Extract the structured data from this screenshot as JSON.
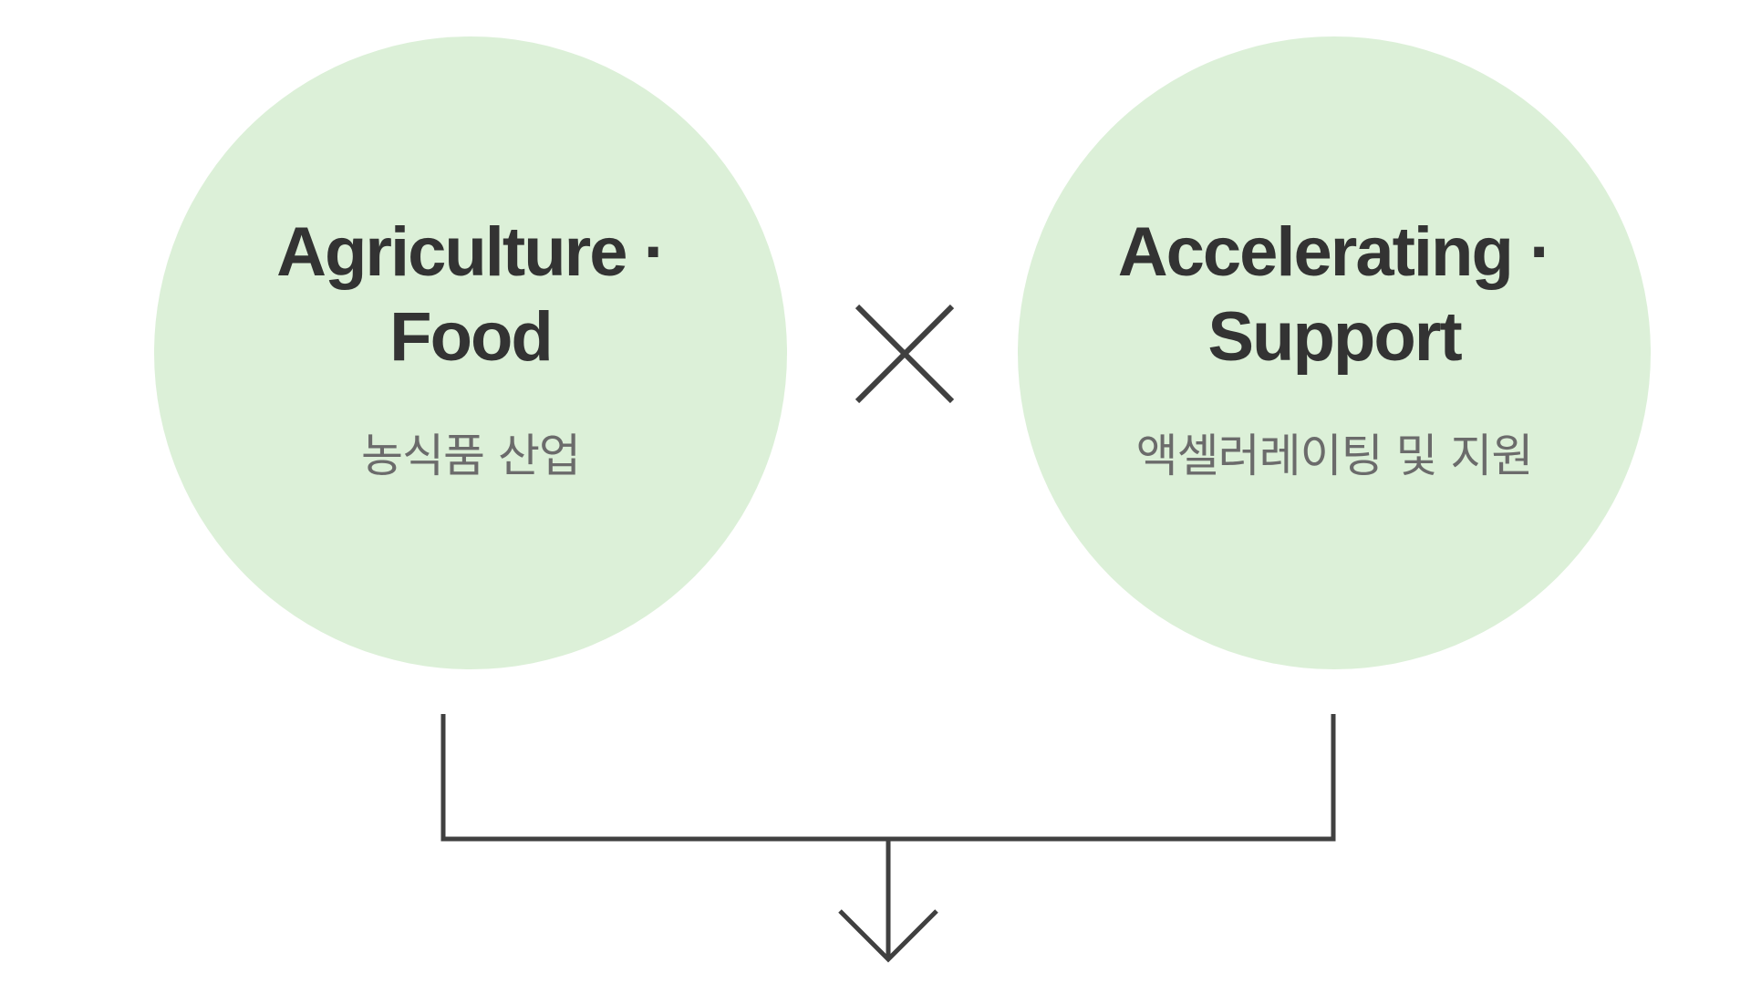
{
  "left_circle": {
    "title_line1": "Agriculture ·",
    "title_line2": "Food",
    "subtitle": "농식품 산업"
  },
  "right_circle": {
    "title_line1": "Accelerating ·",
    "title_line2": "Support",
    "subtitle": "액셀러레이팅 및 지원"
  },
  "colors": {
    "circle_fill": "#dcf0d8",
    "title_text": "#333333",
    "subtitle_text": "#6b6b6b",
    "line": "#404040"
  },
  "icons": [
    "multiply-icon",
    "down-arrow-icon"
  ]
}
